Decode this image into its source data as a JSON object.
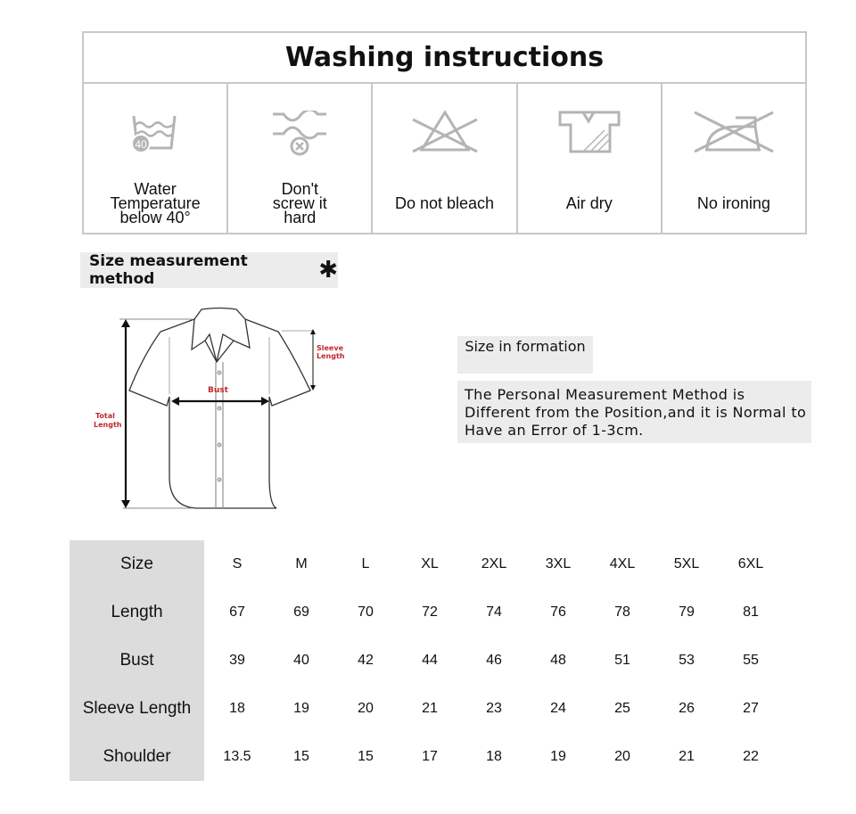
{
  "washing": {
    "title": "Washing instructions",
    "items": [
      {
        "icon": "wash-40-icon",
        "label": "Water Temperature below 40°",
        "badge": "40"
      },
      {
        "icon": "no-wring-icon",
        "label": "Don't screw it hard"
      },
      {
        "icon": "no-bleach-icon",
        "label": "Do not bleach"
      },
      {
        "icon": "air-dry-icon",
        "label": "Air dry"
      },
      {
        "icon": "no-iron-icon",
        "label": "No ironing"
      }
    ]
  },
  "size_method": {
    "title": "Size measurement method",
    "star": "✱"
  },
  "diagram": {
    "sleeve": [
      "Sleeve",
      "Length"
    ],
    "bust": "Bust",
    "total": [
      "Total",
      "Length"
    ]
  },
  "info": {
    "title": "Size in formation",
    "text": "The Personal Measurement Method is Different from the Position,and it is Normal to Have an Error of 1-3cm."
  },
  "size_table": {
    "rows": [
      {
        "label": "Size",
        "values": [
          "S",
          "M",
          "L",
          "XL",
          "2XL",
          "3XL",
          "4XL",
          "5XL",
          "6XL"
        ]
      },
      {
        "label": "Length",
        "values": [
          "67",
          "69",
          "70",
          "72",
          "74",
          "76",
          "78",
          "79",
          "81"
        ]
      },
      {
        "label": "Bust",
        "values": [
          "39",
          "40",
          "42",
          "44",
          "46",
          "48",
          "51",
          "53",
          "55"
        ]
      },
      {
        "label": "Sleeve Length",
        "values": [
          "18",
          "19",
          "20",
          "21",
          "23",
          "24",
          "25",
          "26",
          "27"
        ]
      },
      {
        "label": "Shoulder",
        "values": [
          "13.5",
          "15",
          "15",
          "17",
          "18",
          "19",
          "20",
          "21",
          "22"
        ]
      }
    ]
  },
  "colors": {
    "icon": "#b4b4b4",
    "border": "#c8c8c8",
    "panel": "#ececec",
    "header": "#dcdcdc",
    "red": "#c0282c"
  }
}
